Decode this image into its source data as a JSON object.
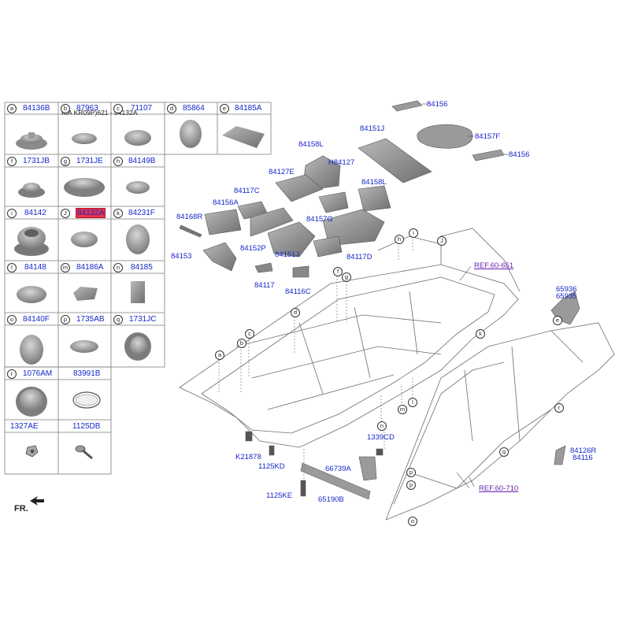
{
  "header": {
    "model_text": "KIA KR09P)621 - 84132A"
  },
  "legend_cells": [
    {
      "letter": "a",
      "part": "84136B"
    },
    {
      "letter": "b",
      "part": "87963"
    },
    {
      "letter": "c",
      "part": "71107"
    },
    {
      "letter": "d",
      "part": "85864"
    },
    {
      "letter": "e",
      "part": "84185A"
    },
    {
      "letter": "f",
      "part": "1731JB"
    },
    {
      "letter": "g",
      "part": "1731JE"
    },
    {
      "letter": "h",
      "part": "84149B"
    },
    {
      "letter": "i",
      "part": "84142"
    },
    {
      "letter": "J",
      "part": "84132A"
    },
    {
      "letter": "k",
      "part": "84231F"
    },
    {
      "letter": "l",
      "part": "84148"
    },
    {
      "letter": "m",
      "part": "84186A"
    },
    {
      "letter": "n",
      "part": "84185"
    },
    {
      "letter": "o",
      "part": "84140F"
    },
    {
      "letter": "p",
      "part": "1735AB"
    },
    {
      "letter": "q",
      "part": "1731JC"
    },
    {
      "letter": "r",
      "part": "1076AM"
    },
    {
      "letter": "",
      "part": "83991B"
    },
    {
      "letter": "",
      "part": "1327AE"
    },
    {
      "letter": "",
      "part": "1125DB"
    }
  ],
  "callouts": {
    "c84156a": "84156",
    "c84151j": "84151J",
    "c84157f": "84157F",
    "c84156b": "84156",
    "c84158l_a": "84158L",
    "ch84127": "H84127",
    "c84127e": "84127E",
    "c84158l_b": "84158L",
    "c84117c": "84117C",
    "c84156a_b": "84156A",
    "c84168r": "84168R",
    "c84157g": "84157G",
    "c84153": "84153",
    "c84152p": "84152P",
    "c84151j_b": "84151J",
    "c84117d": "84117D",
    "c84117": "84117",
    "c84116c": "84116C",
    "c65936": "65936",
    "c65935": "65935",
    "ck21878": "K21878",
    "c1125kd": "1125KD",
    "c1339cd": "1339CD",
    "c66739a": "66739A",
    "c1125ke": "1125KE",
    "c65190b": "65190B",
    "c84126r": "84126R",
    "c84116": "84116"
  },
  "refs": {
    "ref_651": "REF.60-651",
    "ref_710": "REF.60-710"
  },
  "circle_letters": {
    "ca": "a",
    "cb": "b",
    "cc": "c",
    "cd": "d",
    "cf": "f",
    "cg": "g",
    "ch": "h",
    "ci": "i",
    "cj": "J",
    "ck": "k",
    "cl": "l",
    "cm": "m",
    "cn": "n",
    "co": "o",
    "cp1": "p",
    "cp2": "p",
    "cq": "q",
    "cr": "r",
    "ce": "e"
  },
  "direction_label": "FR.",
  "colors": {
    "label_blue": "#1428c8",
    "highlight_red": "#e8324a",
    "ref_purple": "#6a1fb0",
    "line_gray": "#6d6d6d",
    "part_gray": "#8c8c8c"
  }
}
